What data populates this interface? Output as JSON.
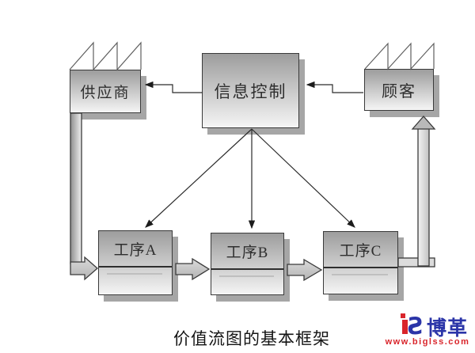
{
  "diagram": {
    "caption": "价值流图的基本框架",
    "nodes": {
      "supplier": {
        "label": "供应商",
        "icon": "factory-roof"
      },
      "info_control": {
        "label": "信息控制"
      },
      "customer": {
        "label": "顾客",
        "icon": "factory-roof"
      },
      "process_a": {
        "label": "工序A"
      },
      "process_b": {
        "label": "工序B"
      },
      "process_c": {
        "label": "工序C"
      }
    },
    "edges": [
      {
        "from": "customer",
        "to": "info_control",
        "type": "information-flow"
      },
      {
        "from": "info_control",
        "to": "supplier",
        "type": "information-flow"
      },
      {
        "from": "info_control",
        "to": "process_a",
        "type": "information-flow"
      },
      {
        "from": "info_control",
        "to": "process_b",
        "type": "information-flow"
      },
      {
        "from": "info_control",
        "to": "process_c",
        "type": "information-flow"
      },
      {
        "from": "supplier",
        "to": "process_a",
        "type": "material-flow"
      },
      {
        "from": "process_a",
        "to": "process_b",
        "type": "material-flow"
      },
      {
        "from": "process_b",
        "to": "process_c",
        "type": "material-flow"
      },
      {
        "from": "process_c",
        "to": "customer",
        "type": "material-flow"
      }
    ],
    "colors": {
      "box_border": "#3a3a3a",
      "box_gradient_top": "#9d9d9d",
      "box_gradient_bottom": "#f5f5f5",
      "box_shadow": "#a6a6a6",
      "connector_line": "#2b2b2b",
      "material_arrow_fill": "#c6c6c6"
    }
  },
  "watermark": {
    "brand": "博革",
    "url": "www.biglss.com",
    "red": "#d9252b",
    "blue": "#2b35a8"
  }
}
